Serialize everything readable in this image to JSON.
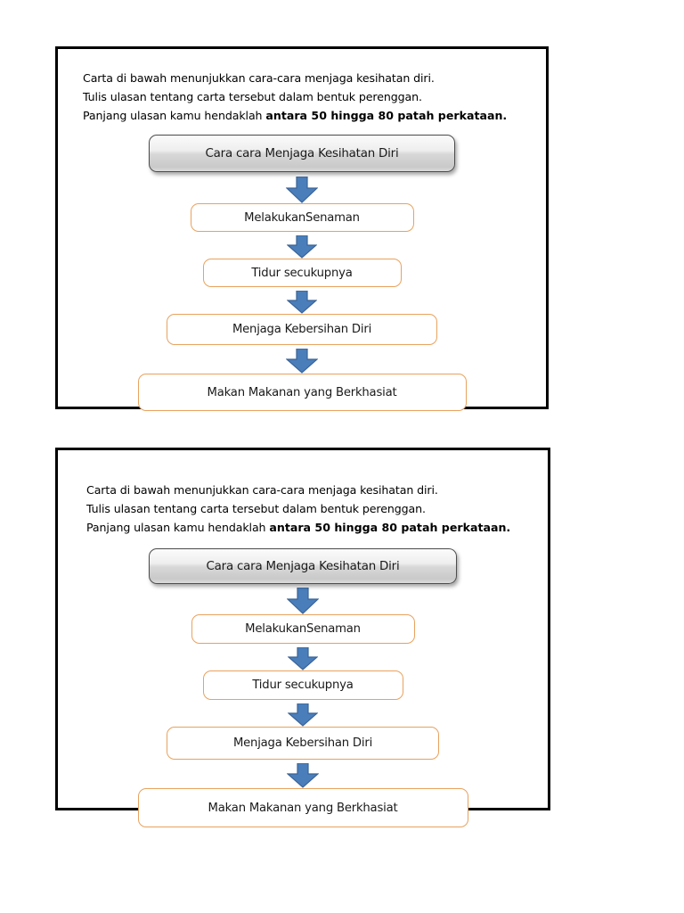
{
  "document": {
    "page_background": "#ffffff",
    "panel_border_color": "#000000"
  },
  "colors": {
    "arrow_fill": "#4A7EBB",
    "arrow_stroke": "#3A6397",
    "step_border": "#E8A25E",
    "header_border": "#4D4D4D",
    "text": "#1A1A1A"
  },
  "panels": [
    {
      "name": "panel-1",
      "instructions": {
        "line1": "Carta di bawah menunjukkan  cara-cara  menjaga kesihatan diri.",
        "line2": "Tulis ulasan tentang carta tersebut dalam bentuk perenggan.",
        "line3_prefix": "Panjang ulasan kamu hendaklah ",
        "line3_bold": "antara 50 hingga 80 patah perkataan."
      },
      "chart_data": {
        "type": "diagram",
        "title": "Cara cara Menjaga Kesihatan Diri",
        "nodes": [
          "Cara cara Menjaga Kesihatan Diri",
          "MelakukanSenaman",
          "Tidur secukupnya",
          "Menjaga Kebersihan Diri",
          "Makan Makanan yang Berkhasiat"
        ],
        "connector": "down-arrow"
      }
    },
    {
      "name": "panel-2",
      "instructions": {
        "line1": "Carta di bawah menunjukkan  cara-cara  menjaga kesihatan diri.",
        "line2": "Tulis ulasan tentang carta tersebut dalam bentuk perenggan.",
        "line3_prefix": "Panjang ulasan kamu hendaklah ",
        "line3_bold": "antara 50 hingga 80 patah perkataan."
      },
      "chart_data": {
        "type": "diagram",
        "title": "Cara cara Menjaga Kesihatan Diri",
        "nodes": [
          "Cara cara Menjaga Kesihatan Diri",
          "MelakukanSenaman",
          "Tidur secukupnya",
          "Menjaga Kebersihan Diri",
          "Makan Makanan yang Berkhasiat"
        ],
        "connector": "down-arrow"
      }
    }
  ]
}
